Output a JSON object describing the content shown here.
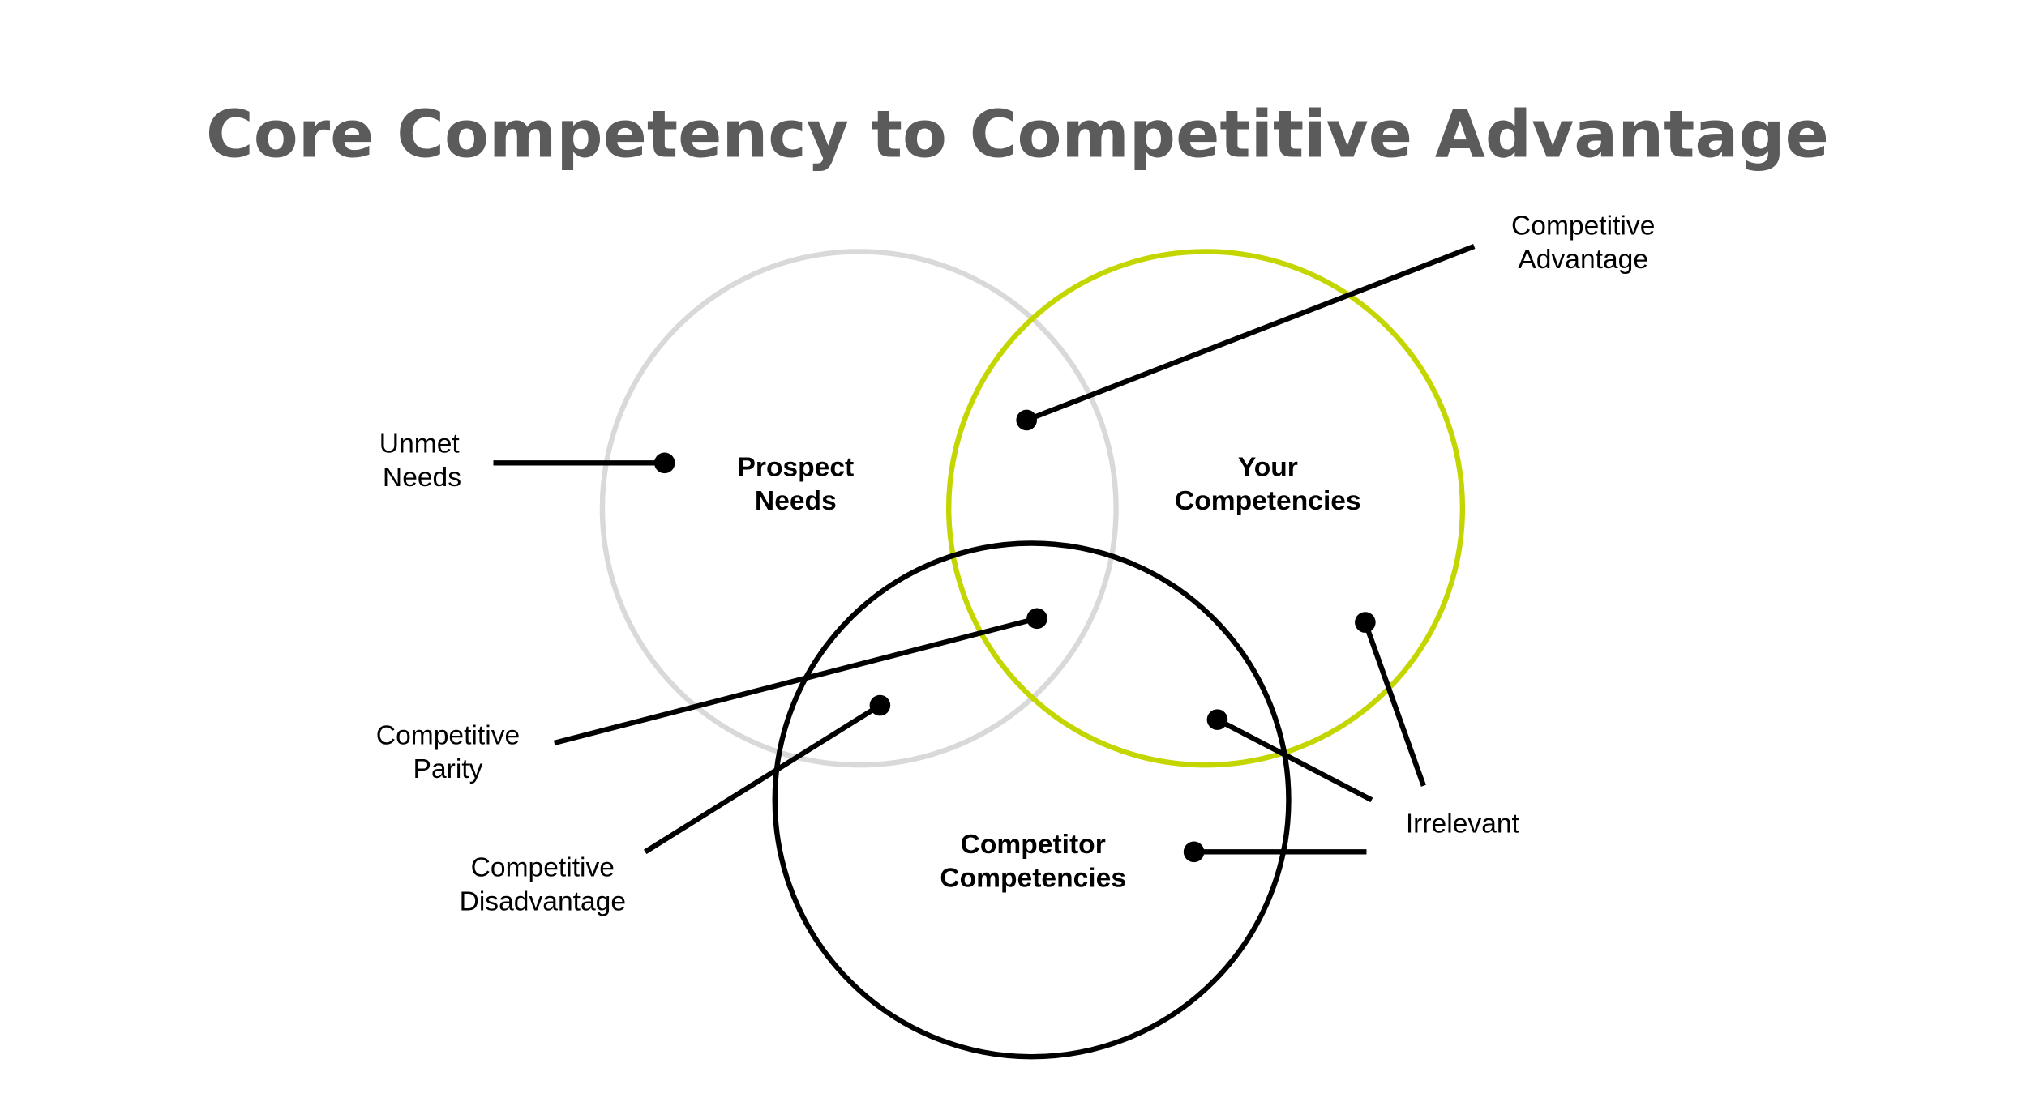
{
  "title": "Core Competency to Competitive Advantage",
  "colors": {
    "prospect": "#d9d9d9",
    "yours": "#c4d600",
    "competitor": "#000000",
    "title": "#5b5b5b"
  },
  "circles": {
    "prospect": [
      "Prospect",
      "Needs"
    ],
    "yours": [
      "Your",
      "Competencies"
    ],
    "competitor": [
      "Competitor",
      "Competencies"
    ]
  },
  "annotations": {
    "unmet": [
      "Unmet",
      "Needs"
    ],
    "advantage": [
      "Competitive",
      "Advantage"
    ],
    "parity": [
      "Competitive",
      "Parity"
    ],
    "disadvantage": [
      "Competitive",
      "Disadvantage"
    ],
    "irrelevant": "Irrelevant"
  }
}
